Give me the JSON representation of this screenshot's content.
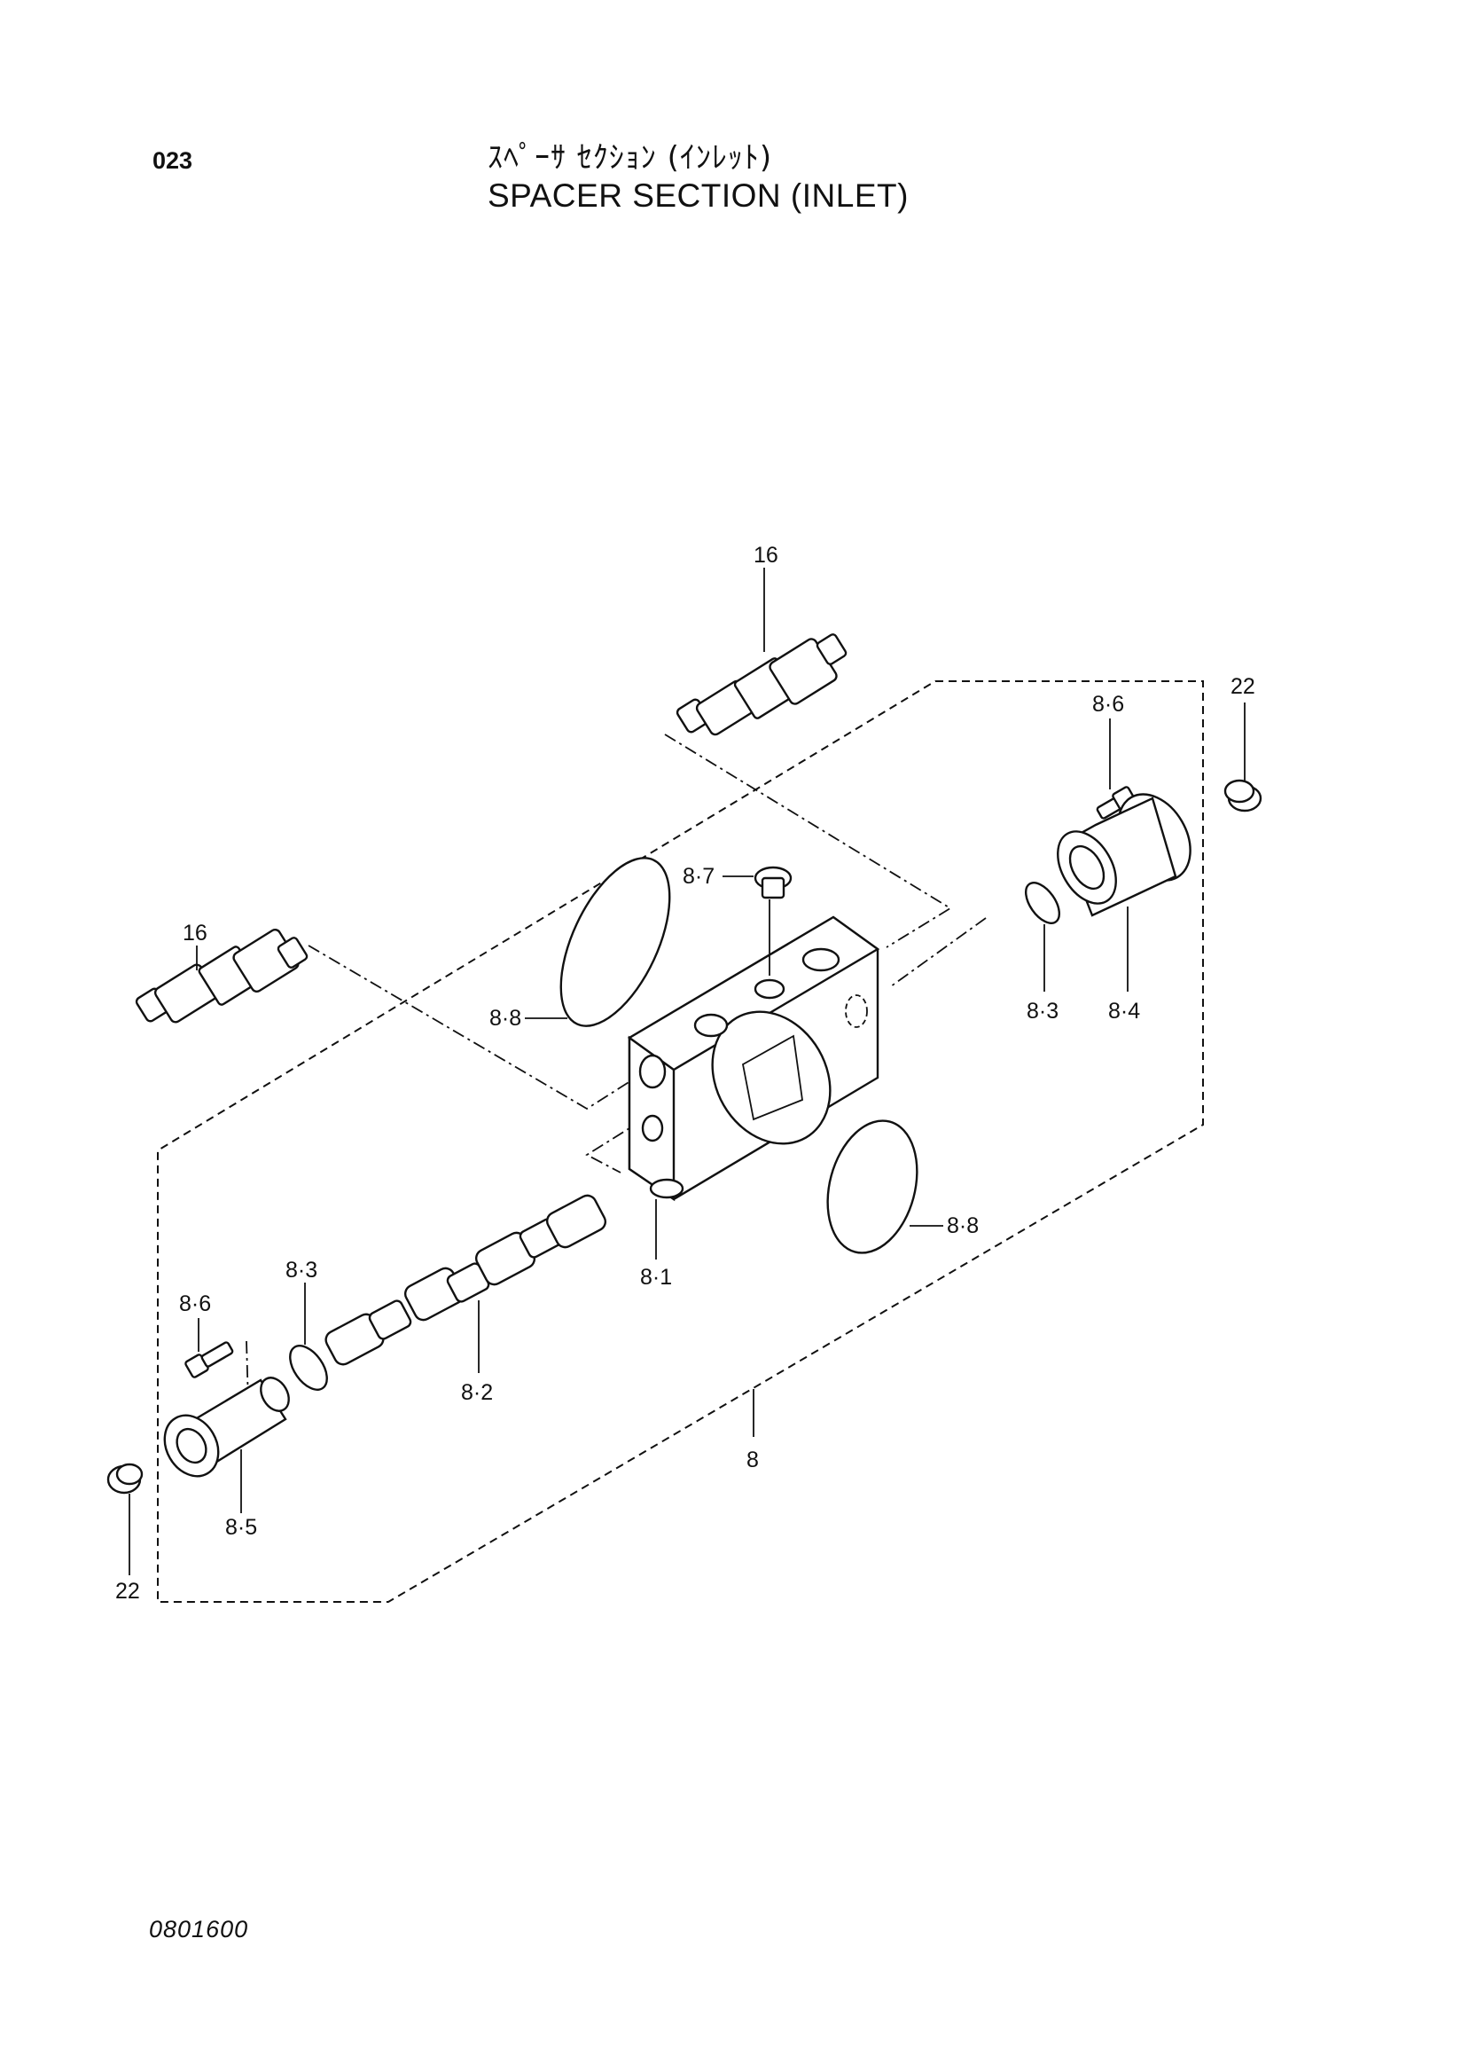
{
  "header": {
    "page_number": "023",
    "title_jp": "ｽﾍﾟｰｻ ｾｸｼｮﾝ (ｲﾝﾚｯﾄ)",
    "title_en": "SPACER  SECTION (INLET)"
  },
  "footer": {
    "doc_code": "0801600"
  },
  "callouts": {
    "p16_top": "16",
    "p16_left": "16",
    "p22_top": "22",
    "p22_bottom": "22",
    "p8": "8",
    "p8_1": "8·1",
    "p8_2": "8·2",
    "p8_3_right": "8·3",
    "p8_3_left": "8·3",
    "p8_4": "8·4",
    "p8_5": "8·5",
    "p8_6_right": "8·6",
    "p8_6_left": "8·6",
    "p8_7": "8·7",
    "p8_8_left": "8·8",
    "p8_8_right": "8·8"
  }
}
